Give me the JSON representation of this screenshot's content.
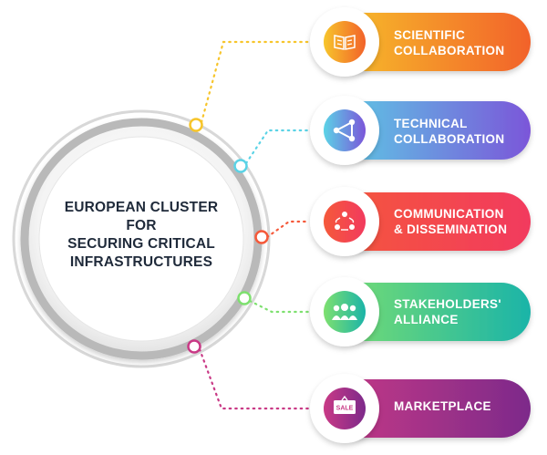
{
  "hub": {
    "lines": [
      "EUROPEAN CLUSTER",
      "FOR",
      "SECURING CRITICAL",
      "INFRASTRUCTURES"
    ]
  },
  "items": [
    {
      "lines": [
        "SCIENTIFIC",
        "COLLABORATION"
      ],
      "icon": "book-icon",
      "color_start": "#f7c52b",
      "color_end": "#f2622a"
    },
    {
      "lines": [
        "TECHNICAL",
        "COLLABORATION"
      ],
      "icon": "network-icon",
      "color_start": "#5bd3e6",
      "color_end": "#7b56d9"
    },
    {
      "lines": [
        "COMMUNICATION",
        "& DISSEMINATION"
      ],
      "icon": "people-exchange-icon",
      "color_start": "#f5593a",
      "color_end": "#f23a5e"
    },
    {
      "lines": [
        "STAKEHOLDERS'",
        "ALLIANCE"
      ],
      "icon": "group-icon",
      "color_start": "#7ee06f",
      "color_end": "#1bb4a8"
    },
    {
      "lines": [
        "MARKETPLACE"
      ],
      "icon": "sale-sign-icon",
      "color_start": "#c93a86",
      "color_end": "#7d2a8a"
    }
  ],
  "sale_text": "SALE"
}
